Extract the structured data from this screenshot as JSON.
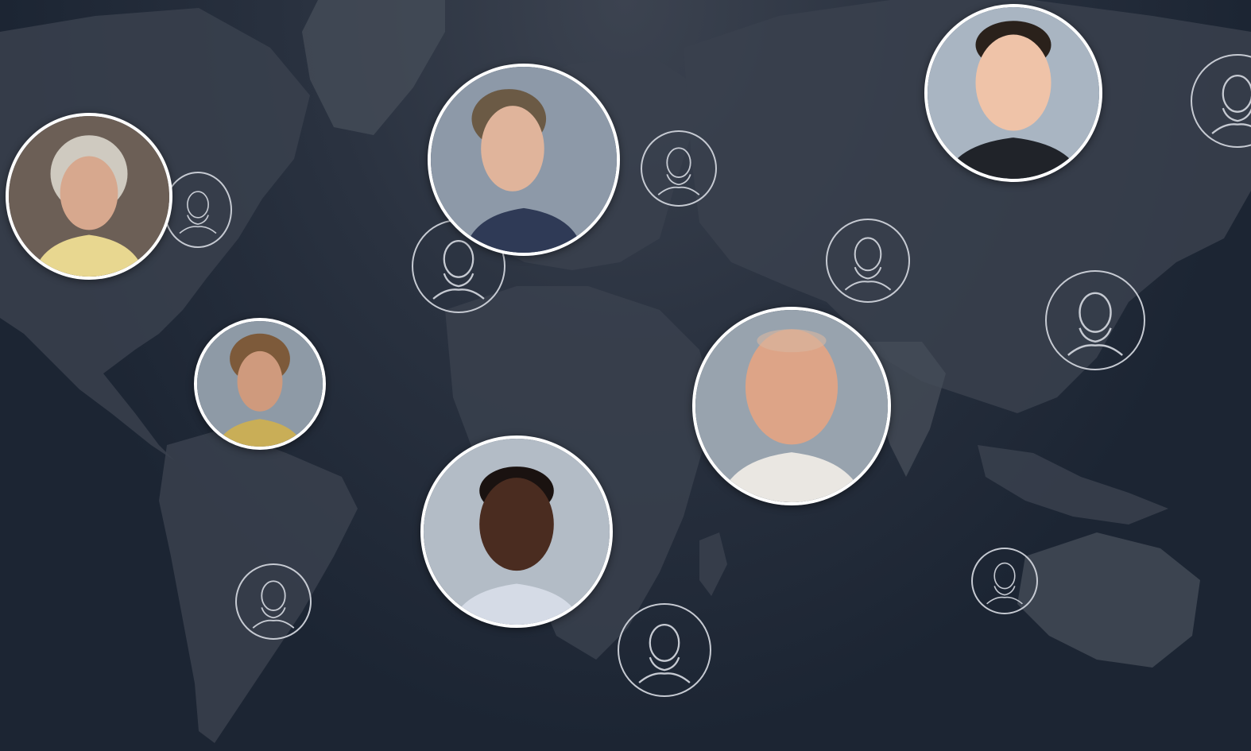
{
  "map": {
    "background": "#1c2533",
    "land_color": "#3a414d",
    "ring_color": "#c6cad2"
  },
  "people": [
    {
      "id": "person-1",
      "kind": "photo",
      "skin": "#d7a88e",
      "hair": "#cfcac0",
      "shirt": "#e8d790",
      "bg": "#6c5f56"
    },
    {
      "id": "person-2",
      "kind": "photo",
      "skin": "#e0b49b",
      "hair": "#6b5a45",
      "shirt": "#2f3a56",
      "bg": "#8d99a8"
    },
    {
      "id": "person-3",
      "kind": "photo",
      "skin": "#efc3a8",
      "hair": "#2a211b",
      "shirt": "#202329",
      "bg": "#a9b5c2"
    },
    {
      "id": "person-4",
      "kind": "photo",
      "skin": "#cf9a7d",
      "hair": "#7d5a3a",
      "shirt": "#c9ae57",
      "bg": "#8e9aa6"
    },
    {
      "id": "person-5",
      "kind": "photo",
      "skin": "#dda487",
      "hair": "#d9b7a0",
      "shirt": "#eae7e2",
      "bg": "#98a3ae"
    },
    {
      "id": "person-6",
      "kind": "photo",
      "skin": "#4a2c20",
      "hair": "#1a1210",
      "shirt": "#d5dbe6",
      "bg": "#b3bcc6"
    }
  ]
}
